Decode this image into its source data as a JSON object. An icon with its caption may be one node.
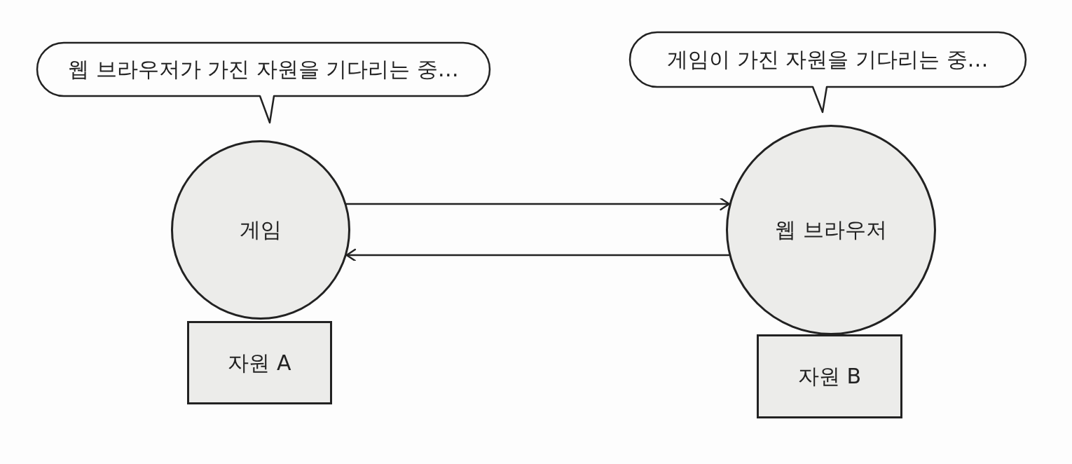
{
  "diagram": {
    "nodes": [
      {
        "text": [
          "웹 브라우저가 가진 자원을 기다리는 중…"
        ]
      },
      {
        "text": [
          "게임"
        ]
      },
      {
        "text": [
          "자원 A"
        ]
      },
      {
        "text": [
          "게임이 가진 자원을 기다리는 중…"
        ]
      },
      {
        "text": [
          "웹 브라우저"
        ]
      },
      {
        "text": [
          "자원 B"
        ]
      }
    ],
    "edges": [
      {
        "from": 1,
        "to": 4,
        "arrow": "to"
      },
      {
        "from": 4,
        "to": 1,
        "arrow": "to"
      }
    ]
  }
}
